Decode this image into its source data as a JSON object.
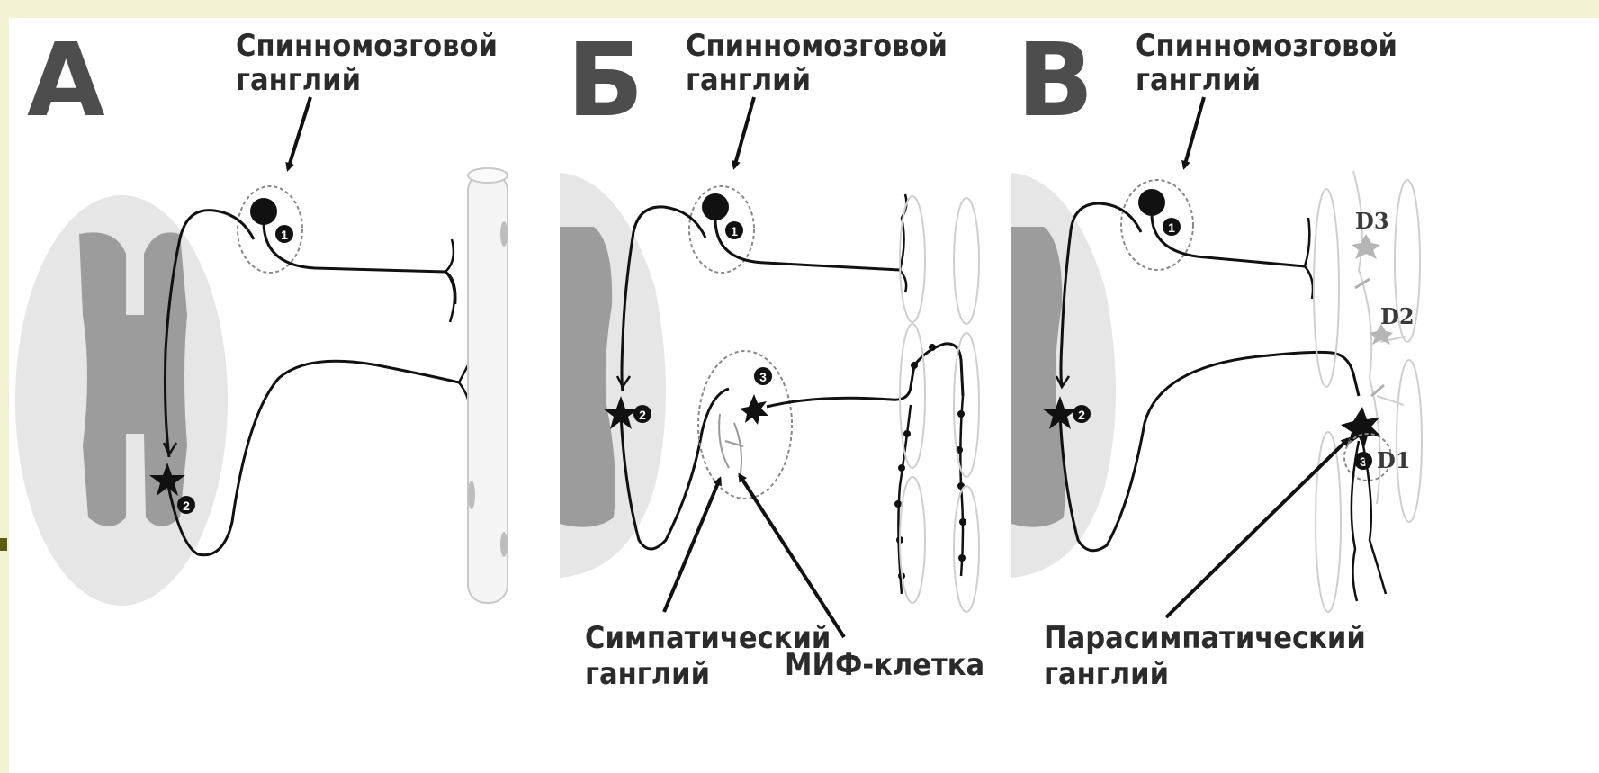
{
  "panels": [
    {
      "letter": "А",
      "top_label_line1": "Спинномозговой",
      "top_label_line2": "ганглий",
      "numbers": [
        "1",
        "2"
      ]
    },
    {
      "letter": "Б",
      "top_label_line1": "Спинномозговой",
      "top_label_line2": "ганглий",
      "numbers": [
        "1",
        "2",
        "3"
      ],
      "bottom_label_left_line1": "Симпатический",
      "bottom_label_left_line2": "ганглий",
      "bottom_label_right": "МИФ-клетка"
    },
    {
      "letter": "В",
      "top_label_line1": "Спинномозговой",
      "top_label_line2": "ганглий",
      "numbers": [
        "1",
        "2",
        "3"
      ],
      "cell_labels": [
        "D3",
        "D2",
        "D1"
      ],
      "bottom_label_line1": "Парасимпатический",
      "bottom_label_line2": "ганглий"
    }
  ],
  "colors": {
    "slide_bg": "#f3f2d3",
    "bullet": "#5b5b12",
    "gray_matter": "#9c9c9c",
    "white_matter": "#e6e6e6",
    "nerve_line": "#111111"
  }
}
